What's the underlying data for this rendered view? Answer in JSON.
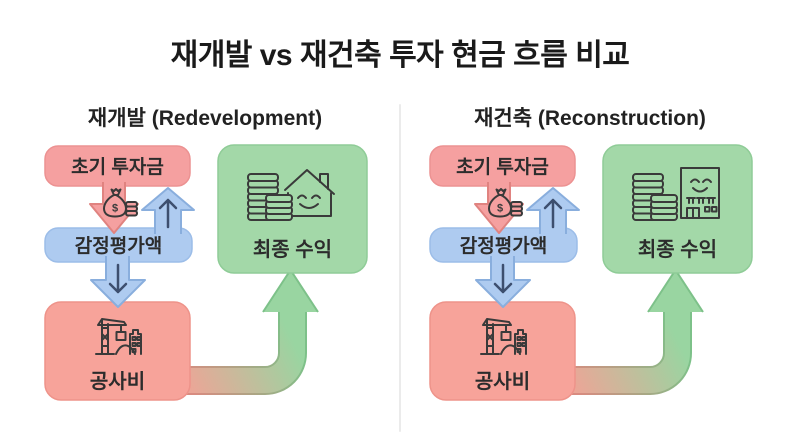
{
  "title": "재개발 vs 재건축 투자 현금 흐름 비교",
  "columns": [
    {
      "header": "재개발 (Redevelopment)",
      "initial_investment_label": "초기 투자금",
      "appraised_value_label": "감정평가액",
      "construction_cost_label": "공사비",
      "final_profit_label": "최종 수익",
      "profit_icon": "coins-house-icon",
      "flow_icons": [
        "money-bag-icon",
        "up-arrow-glyph",
        "down-arrow-glyph",
        "crane-construction-icon"
      ]
    },
    {
      "header": "재건축 (Reconstruction)",
      "initial_investment_label": "초기 투자금",
      "appraised_value_label": "감정평가액",
      "construction_cost_label": "공사비",
      "final_profit_label": "최종 수익",
      "profit_icon": "coins-building-icon",
      "flow_icons": [
        "money-bag-icon",
        "up-arrow-glyph",
        "down-arrow-glyph",
        "crane-construction-icon"
      ]
    }
  ],
  "colors": {
    "red_box": "#f5a0a0",
    "blue_box": "#aecbf0",
    "pink_box": "#f7a39a",
    "green_box": "#a3d8a8",
    "gradient_start": "#eba697",
    "gradient_end": "#99d5a1"
  }
}
